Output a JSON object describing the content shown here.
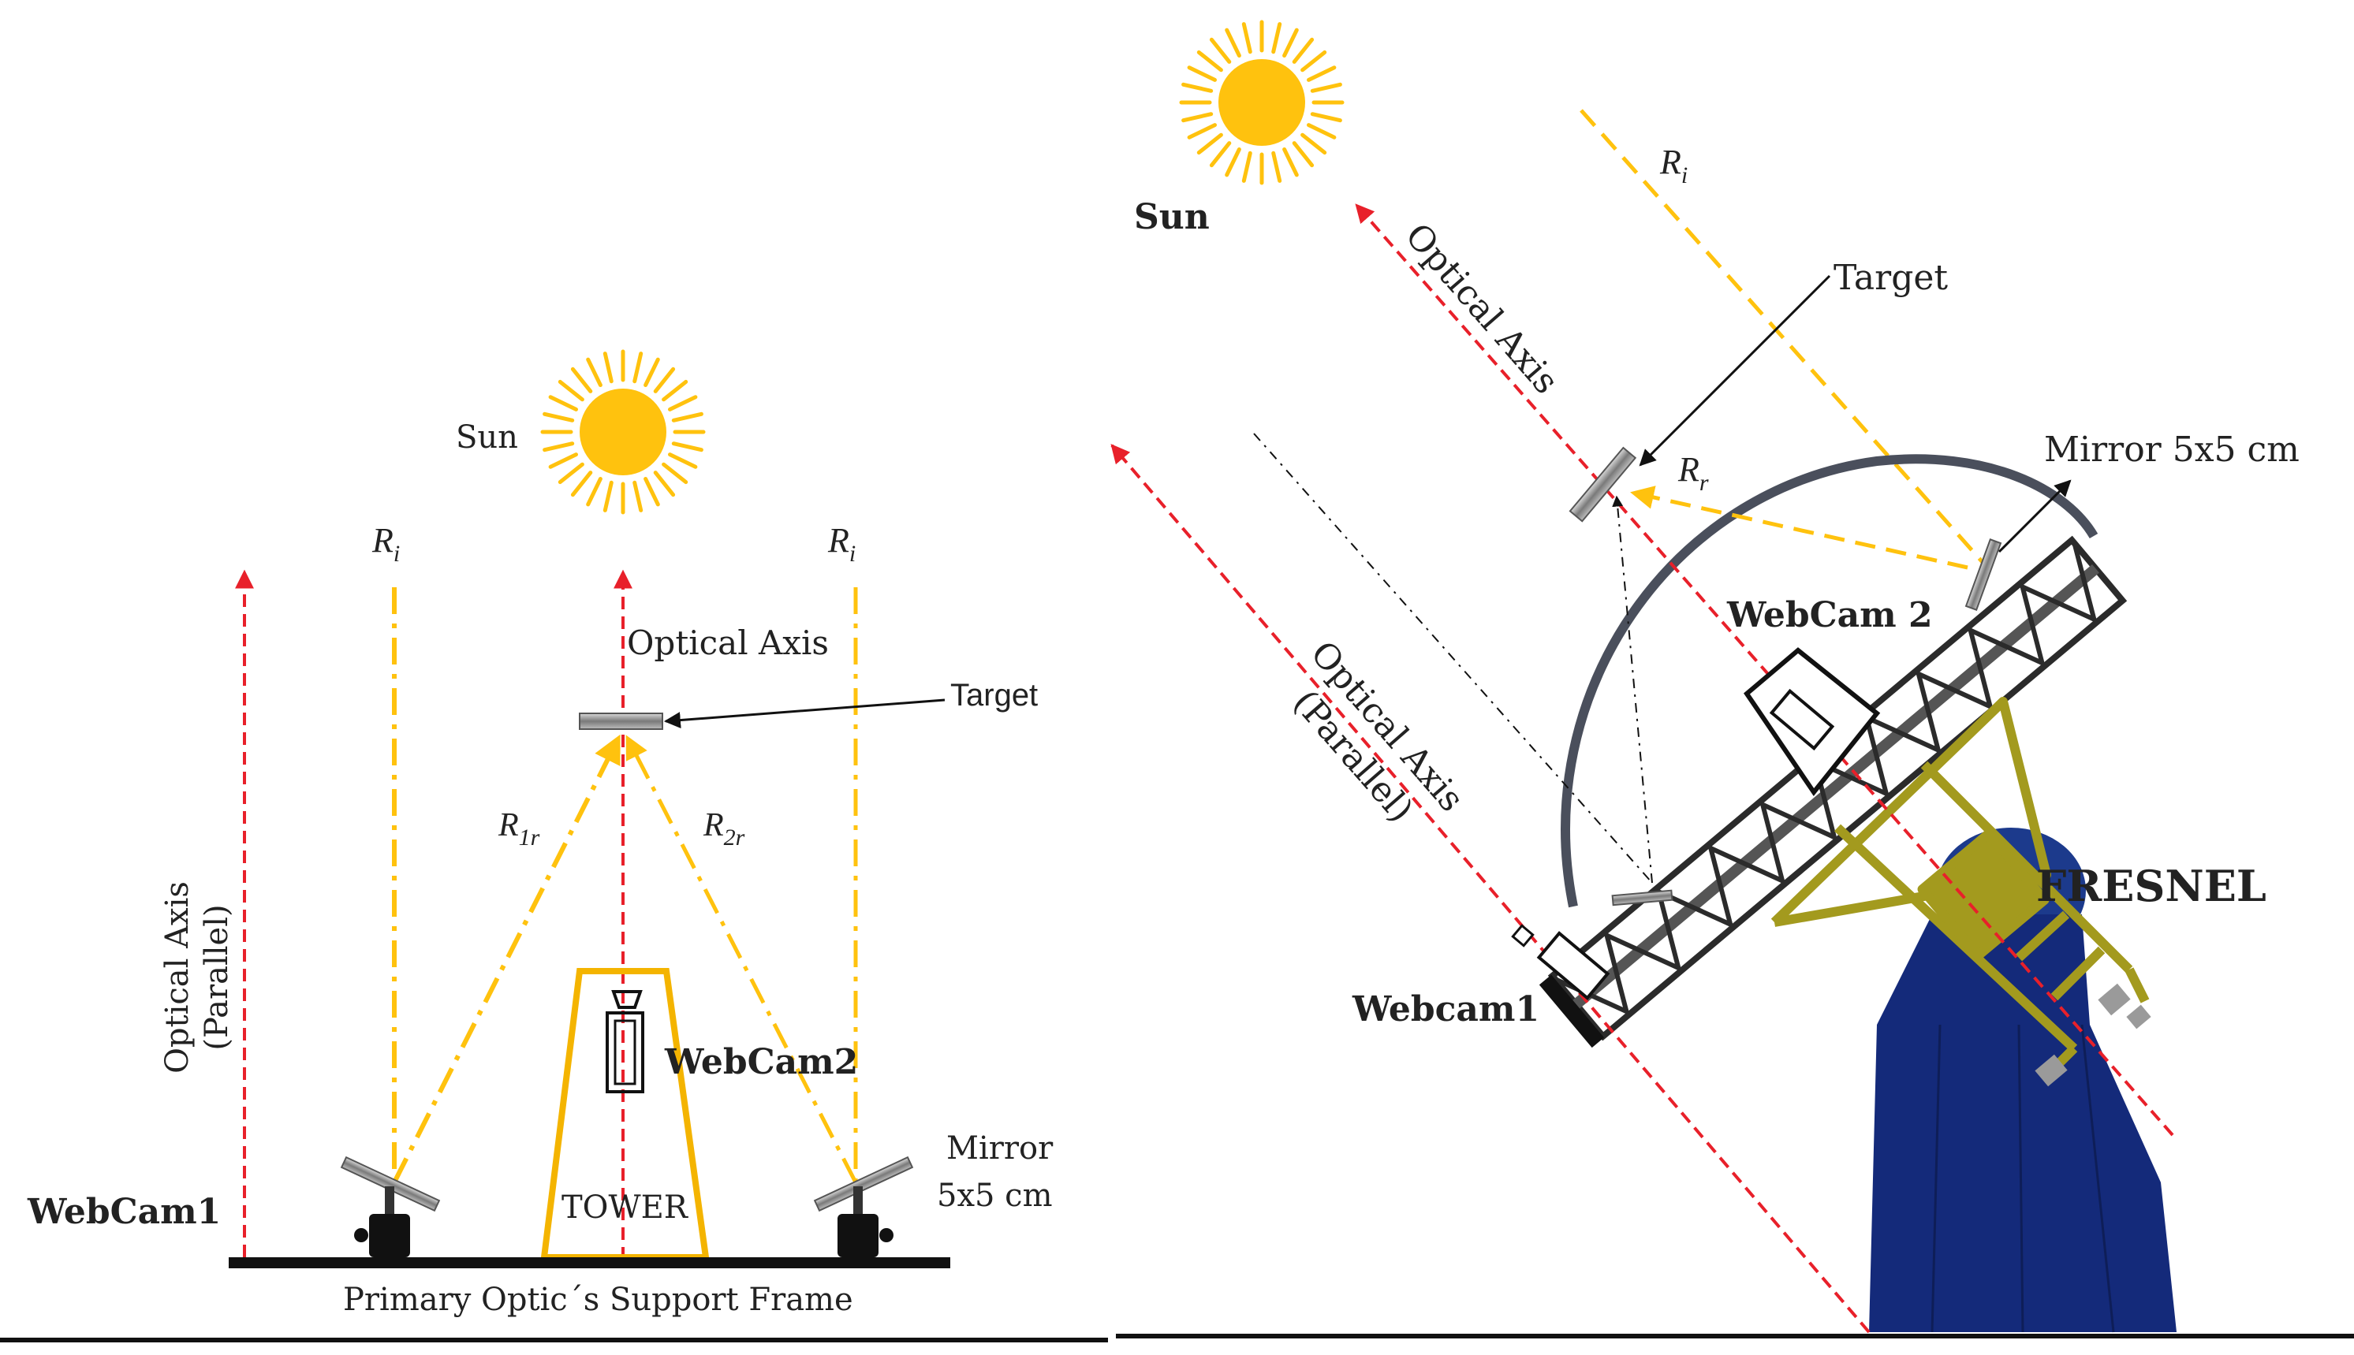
{
  "colors": {
    "sun": "#FFC20E",
    "sun_ray": "#FFC20E",
    "optical_axis": "#E8202A",
    "incident_ray": "#FFC20E",
    "tower": "#F4B400",
    "pedestal": "#142A7A",
    "frame_yellow": "#A39A1E",
    "frame_dark": "#2B2B2B",
    "ground": "#111111"
  },
  "left": {
    "sun_label": "Sun",
    "ri_left": "R",
    "ri_left_sub": "i",
    "ri_right": "R",
    "ri_right_sub": "i",
    "optical_axis": "Optical Axis",
    "optical_axis_parallel_l1": "Optical Axis",
    "optical_axis_parallel_l2": "(Parallel)",
    "target": "Target",
    "r1r": "R",
    "r1r_sub": "1r",
    "r2r": "R",
    "r2r_sub": "2r",
    "webcam2": "WebCam2",
    "tower": "TOWER",
    "webcam1": "WebCam1",
    "mirror_l1": "Mirror",
    "mirror_l2": "5x5 cm",
    "support_frame": "Primary Optic´s Support Frame"
  },
  "right": {
    "sun_label": "Sun",
    "ri": "R",
    "ri_sub": "i",
    "target": "Target",
    "optical_axis": "Optical Axis",
    "rr": "R",
    "rr_sub": "r",
    "mirror": "Mirror 5x5 cm",
    "webcam2": "WebCam 2",
    "optical_axis_parallel_l1": "Optical Axis",
    "optical_axis_parallel_l2": "(Parallel)",
    "fresnel": "FRESNEL",
    "webcam1": "Webcam1"
  }
}
